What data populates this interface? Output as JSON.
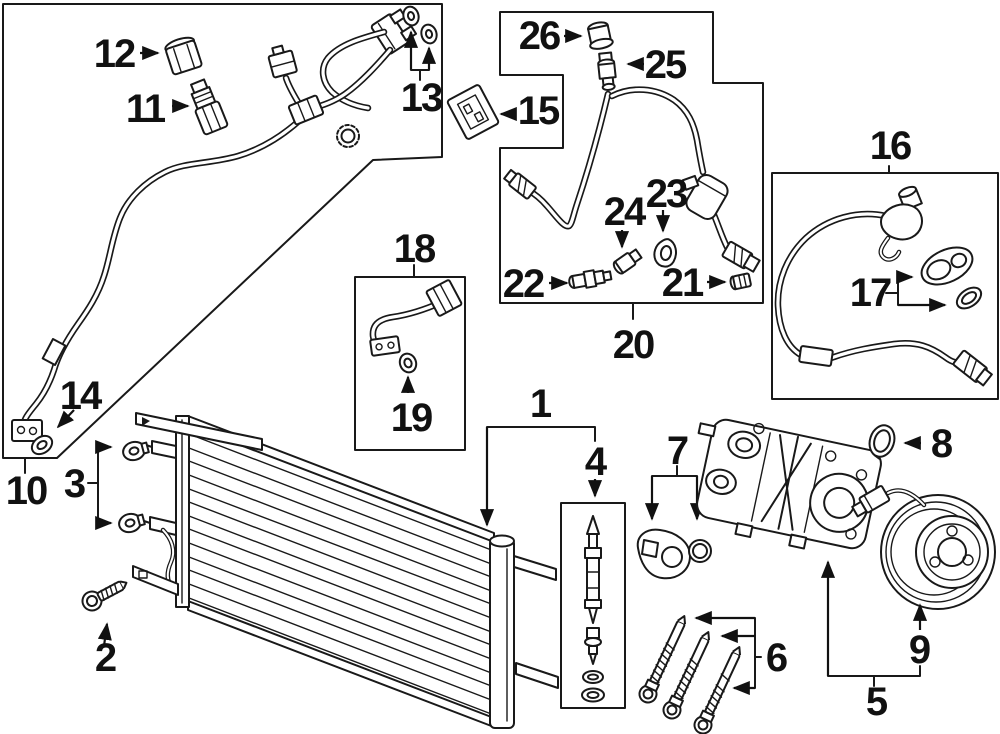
{
  "diagram": {
    "type": "exploded-parts-diagram",
    "subject": "automotive air conditioning system",
    "colors": {
      "background": "#ffffff",
      "line": "#191919",
      "label": "#111111"
    },
    "callouts": {
      "c1": "1",
      "c2": "2",
      "c3": "3",
      "c4": "4",
      "c5": "5",
      "c6": "6",
      "c7": "7",
      "c8": "8",
      "c9": "9",
      "c10": "10",
      "c11": "11",
      "c12": "12",
      "c13": "13",
      "c14": "14",
      "c15": "15",
      "c16": "16",
      "c17": "17",
      "c18": "18",
      "c19": "19",
      "c20": "20",
      "c21": "21",
      "c22": "22",
      "c23": "23",
      "c24": "24",
      "c25": "25",
      "c26": "26"
    }
  }
}
